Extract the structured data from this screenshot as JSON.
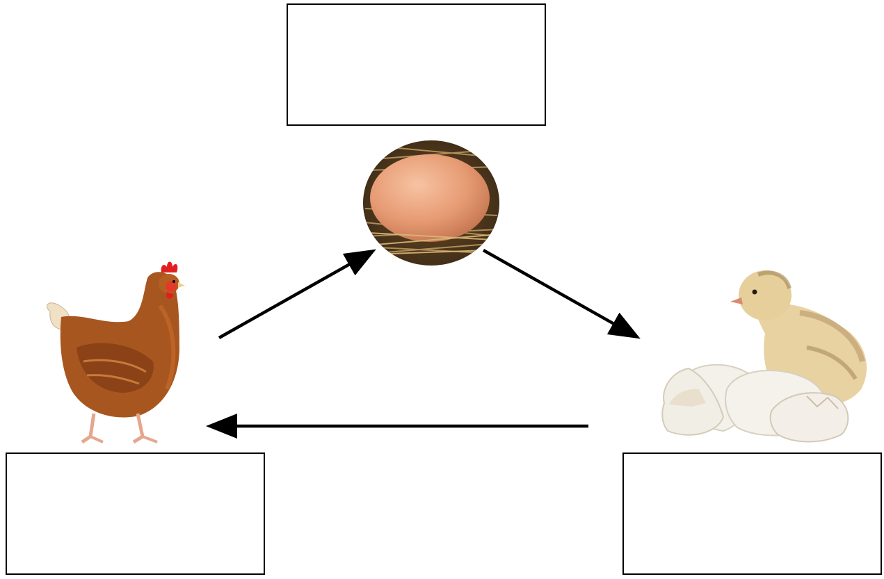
{
  "diagram": {
    "stages": [
      {
        "id": "egg",
        "label": ""
      },
      {
        "id": "chick",
        "label": ""
      },
      {
        "id": "hen",
        "label": ""
      }
    ],
    "arrows": [
      {
        "from": "hen",
        "to": "egg"
      },
      {
        "from": "egg",
        "to": "chick"
      },
      {
        "from": "chick",
        "to": "hen"
      }
    ],
    "colors": {
      "hen_body": "#a0521e",
      "comb": "#e02020",
      "egg": "#e8a07a",
      "straw": "#8a6a3a",
      "chick": "#e6cf9a",
      "shell": "#f2efe8",
      "arrow": "#000000"
    }
  }
}
